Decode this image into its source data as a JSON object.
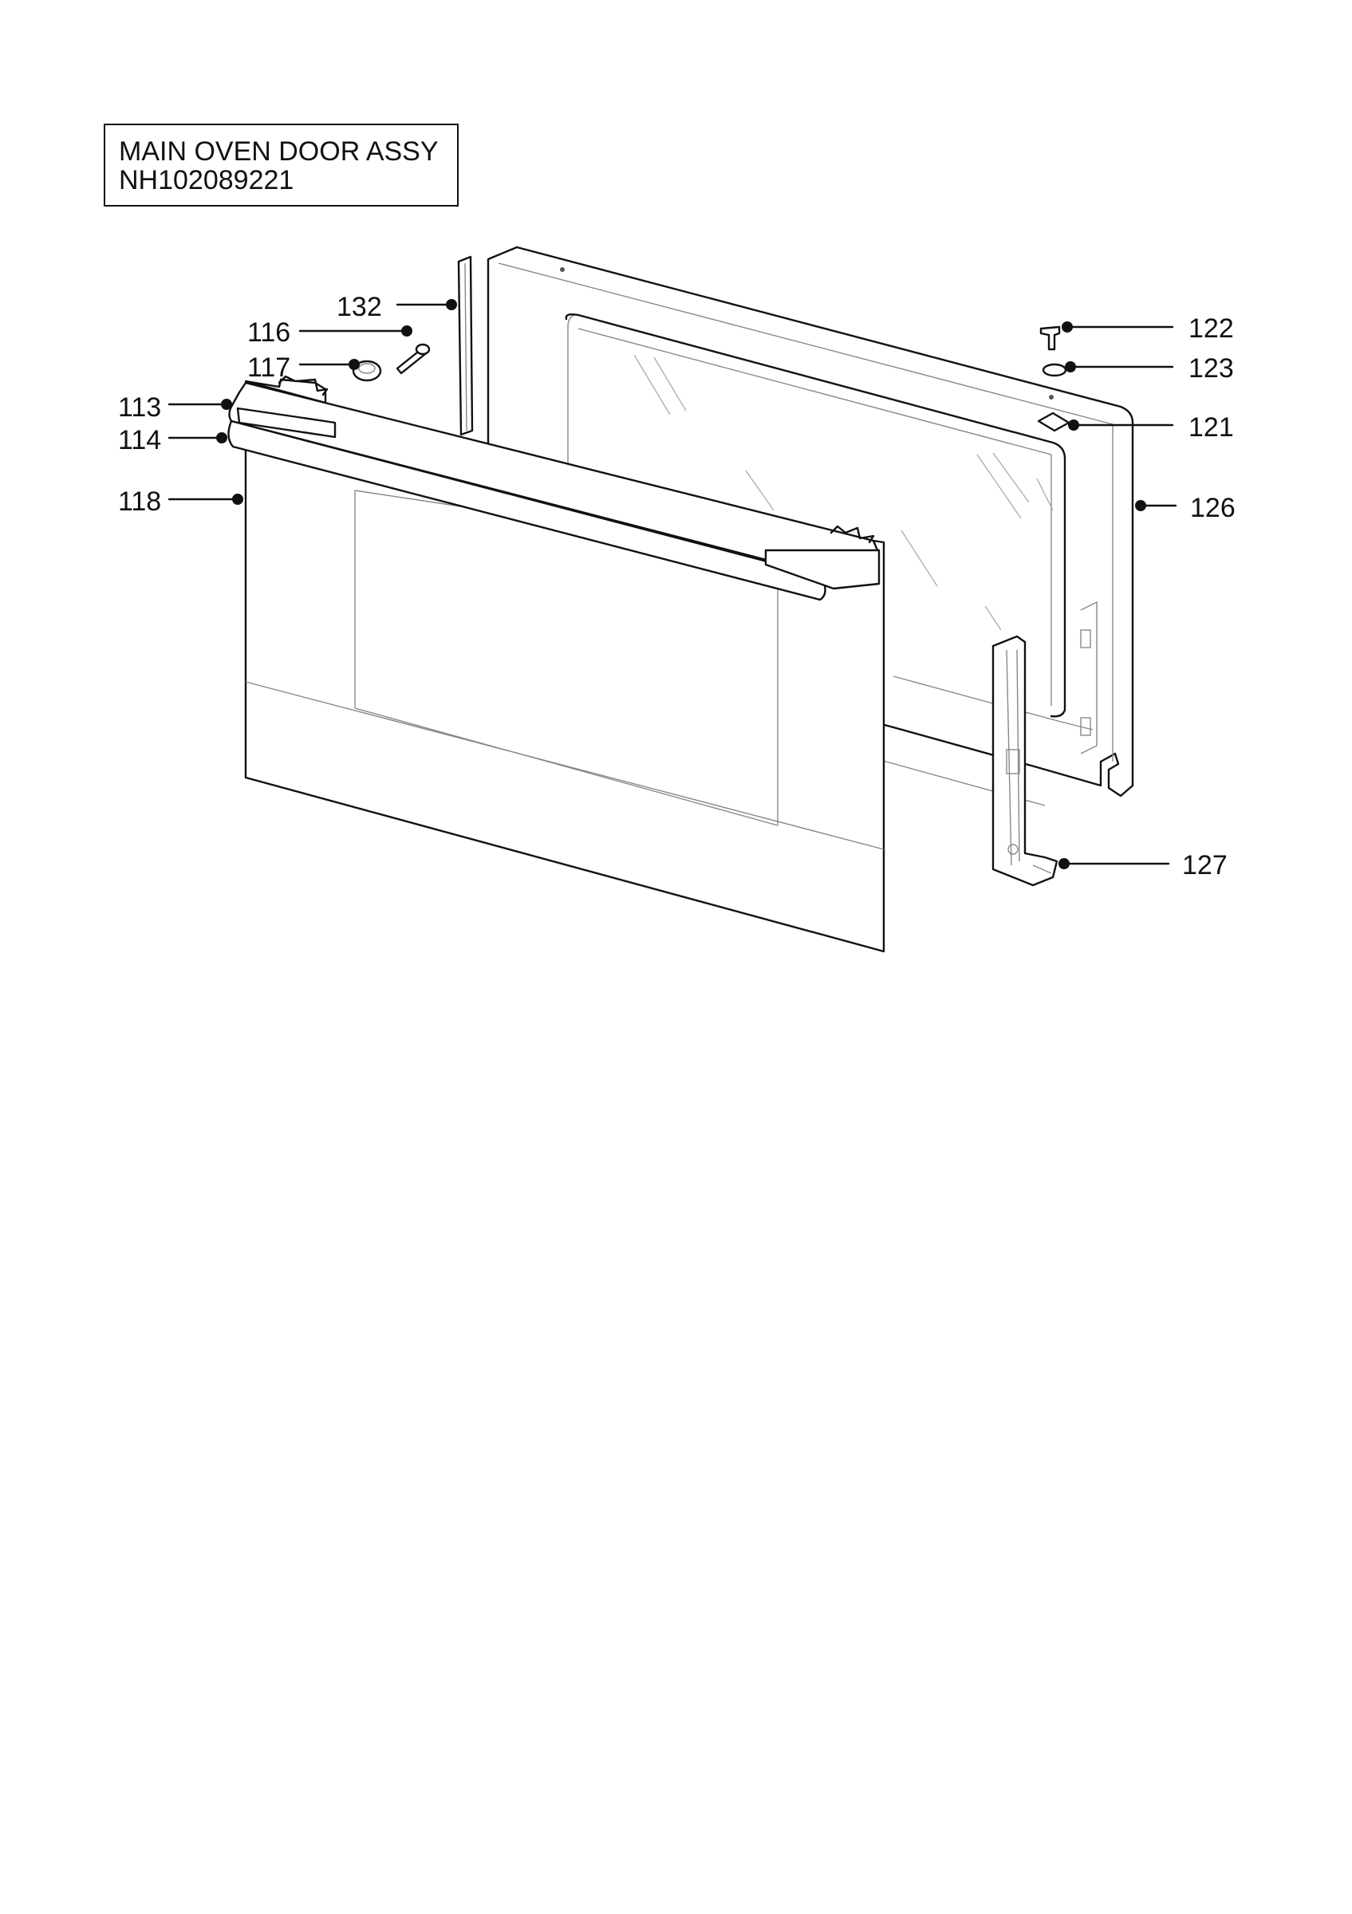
{
  "title": {
    "line1": "MAIN OVEN DOOR ASSY",
    "line2": "NH102089221"
  },
  "callouts": [
    {
      "id": "c132",
      "label": "132"
    },
    {
      "id": "c116",
      "label": "116"
    },
    {
      "id": "c117",
      "label": "117"
    },
    {
      "id": "c113",
      "label": "113"
    },
    {
      "id": "c114",
      "label": "114"
    },
    {
      "id": "c118",
      "label": "118"
    },
    {
      "id": "c122",
      "label": "122"
    },
    {
      "id": "c123",
      "label": "123"
    },
    {
      "id": "c121",
      "label": "121"
    },
    {
      "id": "c126",
      "label": "126"
    },
    {
      "id": "c127",
      "label": "127"
    }
  ]
}
